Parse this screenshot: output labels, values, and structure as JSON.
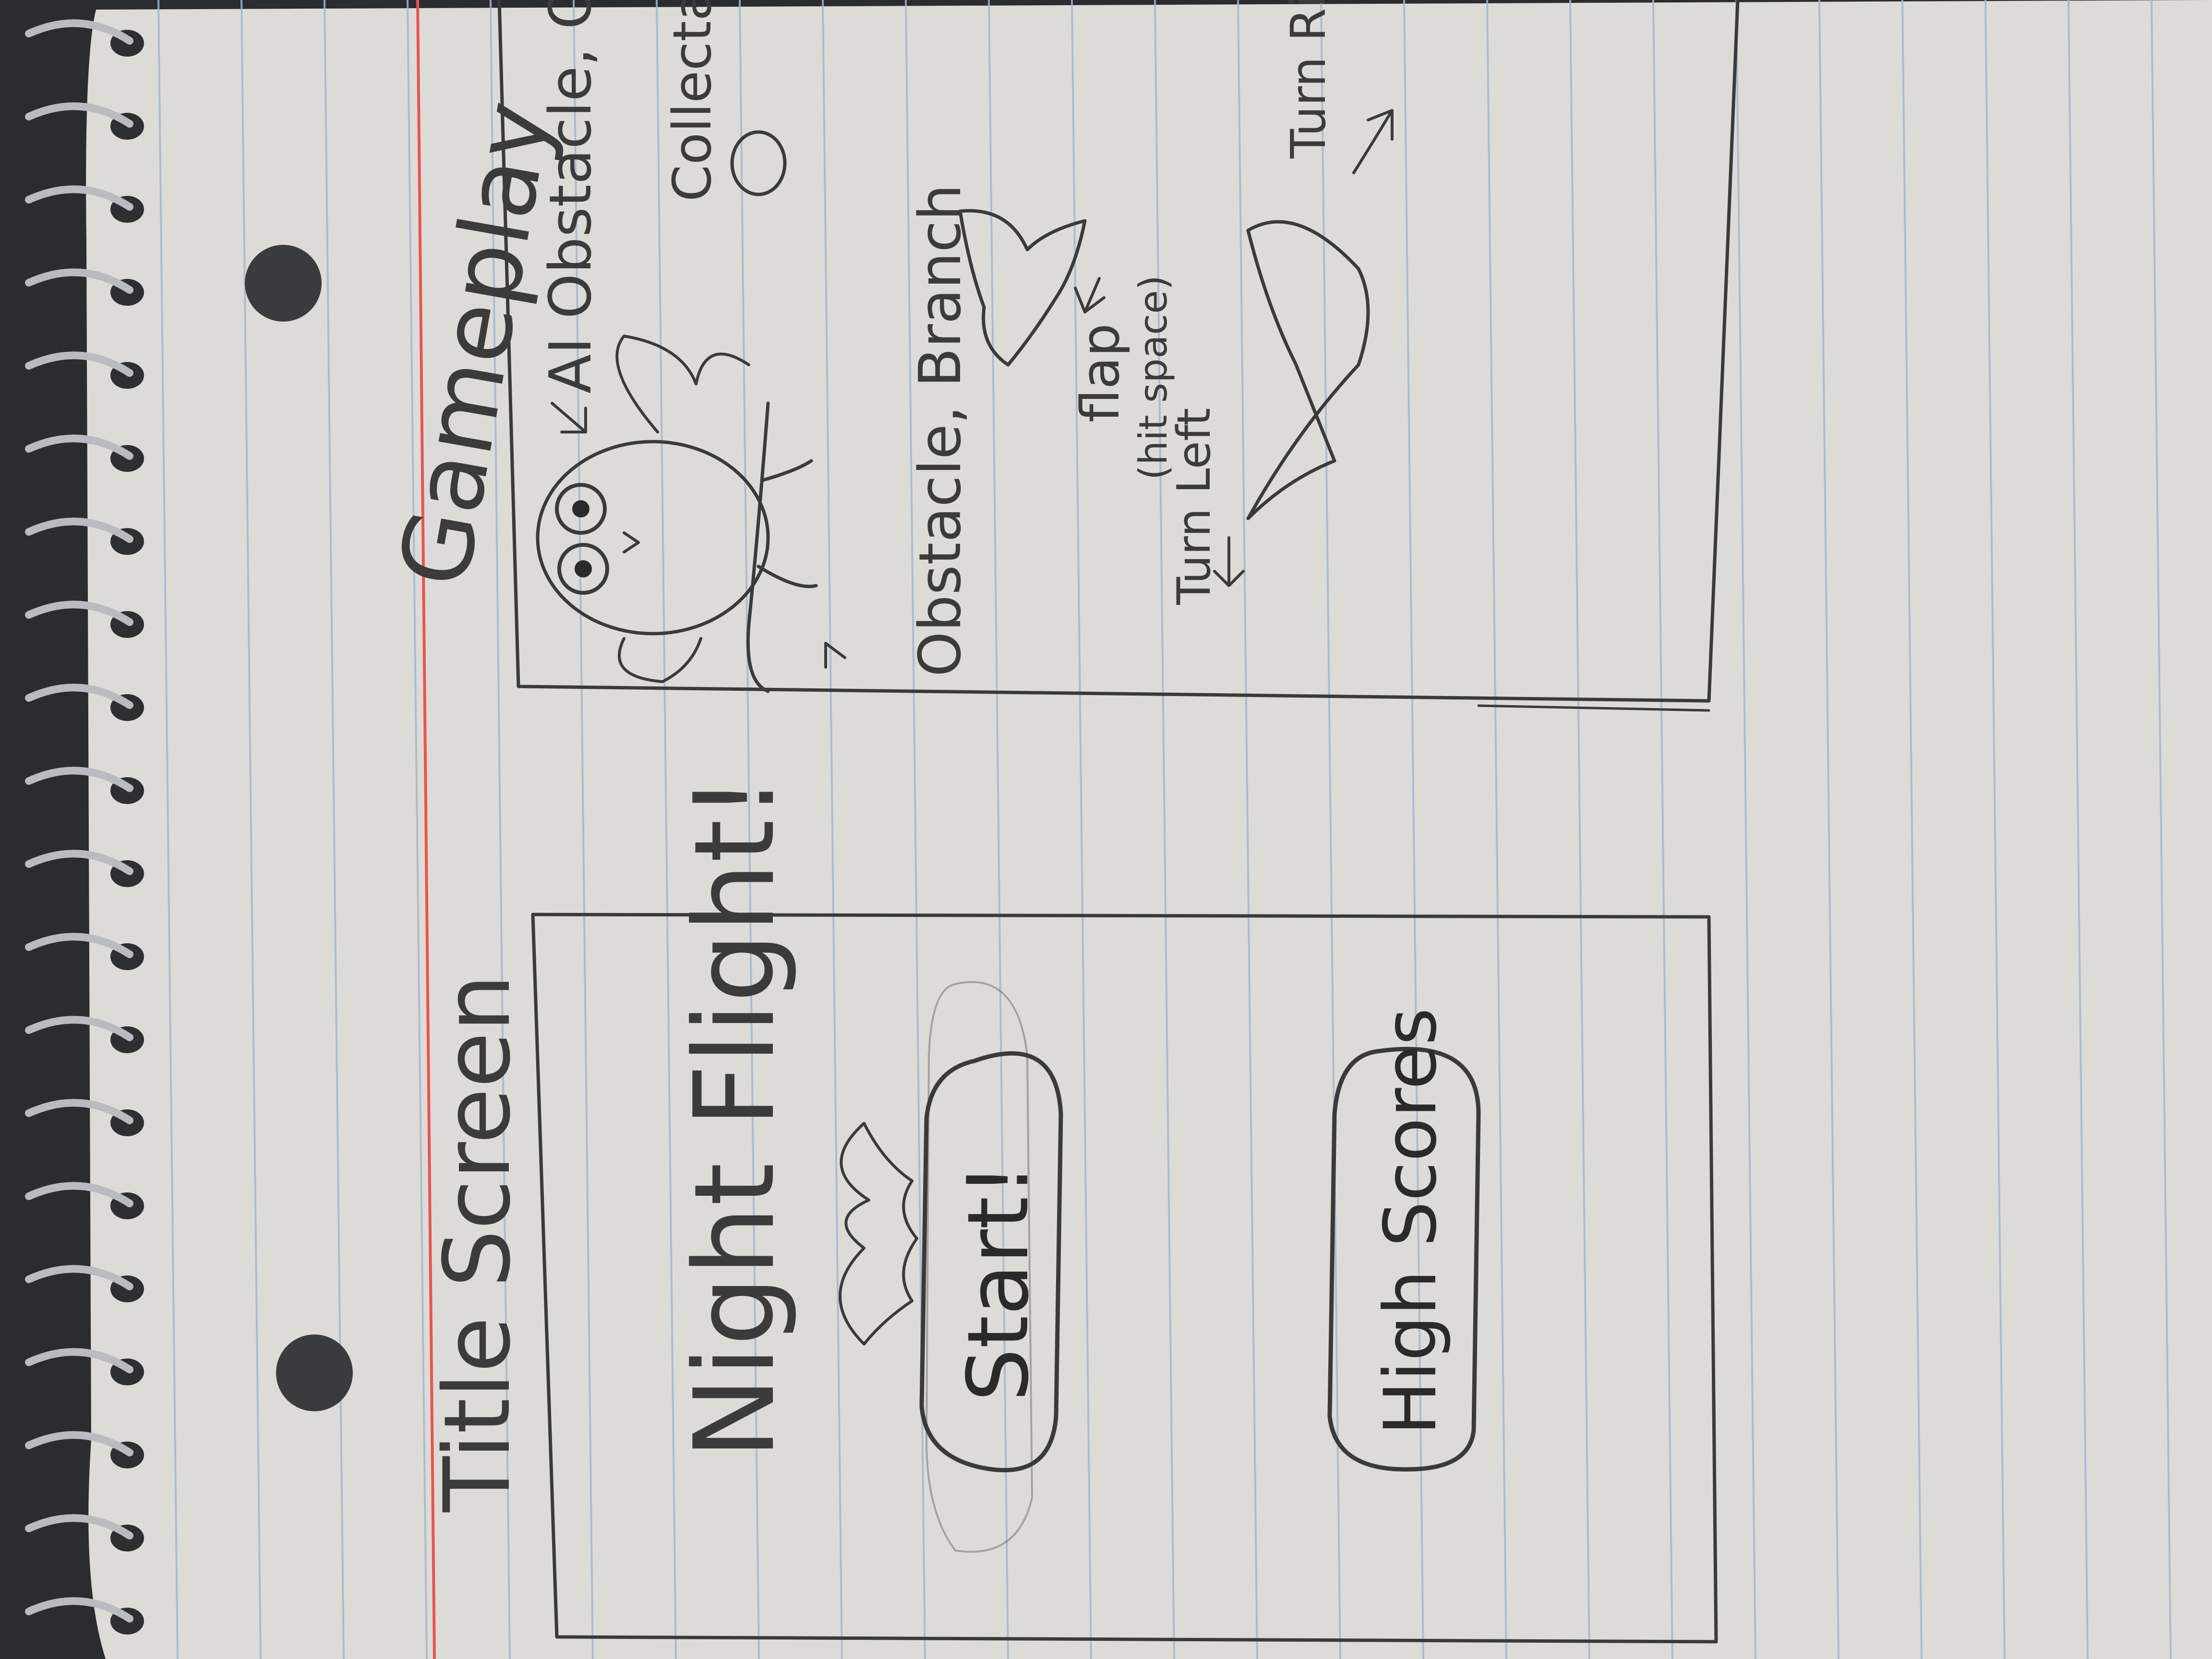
{
  "colors": {
    "paper": "#dcdbd7",
    "rule_line": "#a7b6c8",
    "margin_line": "#e8554e",
    "pencil": "#3a3a3a",
    "binding": "#202124"
  },
  "title_screen": {
    "heading": "Title Screen",
    "game_title": "Night Flight!",
    "start_button": "Start!",
    "high_scores_button": "High Scores"
  },
  "gameplay": {
    "heading": "Gameplay",
    "ai_obstacle_label": "AI Obstacle, Owl",
    "collectable_label": "Collectable",
    "branch_label": "Obstacle, Branch",
    "flap_label": "flap",
    "flap_hint": "(hit space)",
    "turn_left_label": "Turn Left",
    "turn_right_label": "Turn Right"
  }
}
